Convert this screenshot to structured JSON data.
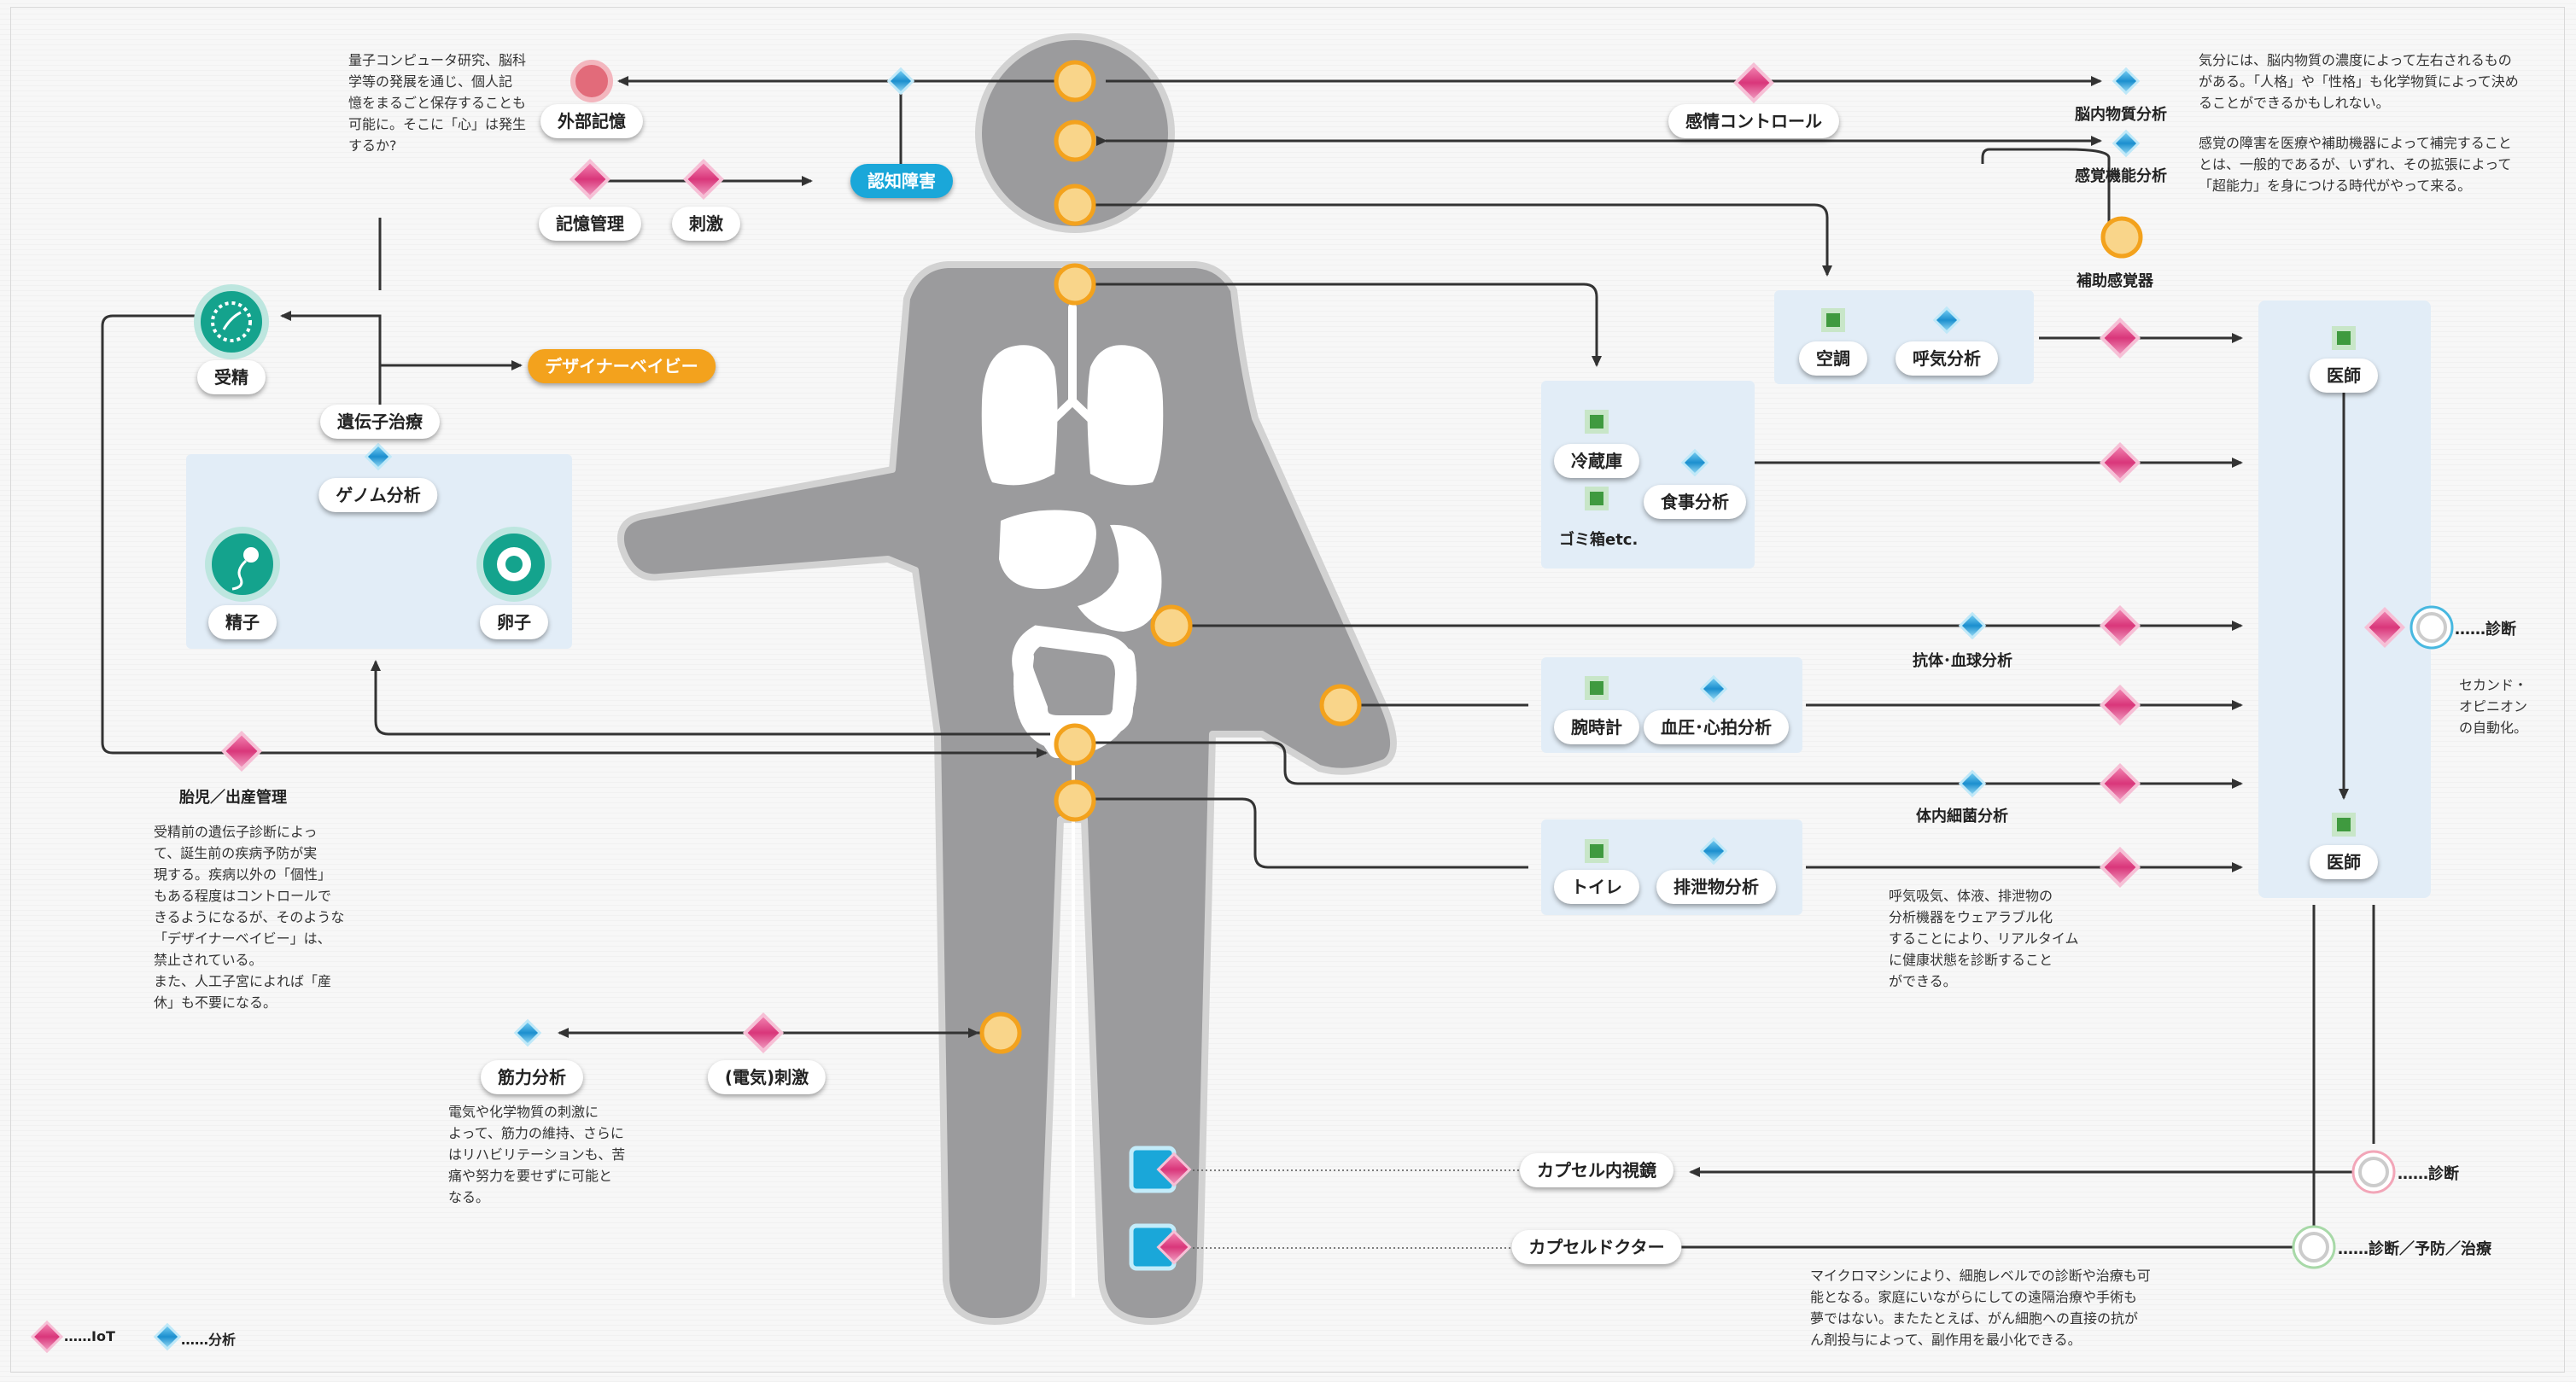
{
  "labels": {
    "external_memory": "外部記憶",
    "memory_management": "記憶管理",
    "stimulation": "刺激",
    "cognitive_disorder": "認知障害",
    "emotion_control": "感情コントロール",
    "brain_chem_analysis": "脳内物質分析",
    "sensory_analysis": "感覚機能分析",
    "sensory_aid": "補助感覚器",
    "fertilization": "受精",
    "designer_baby": "デザイナーベイビー",
    "gene_therapy": "遺伝子治療",
    "genome_analysis": "ゲノム分析",
    "sperm": "精子",
    "egg": "卵子",
    "fetus_birth": "胎児／出産管理",
    "air_conditioner": "空調",
    "breath_analysis": "呼気分析",
    "refrigerator": "冷蔵庫",
    "meal_analysis": "食事分析",
    "trash": "ゴミ箱etc.",
    "antibody_analysis": "抗体･血球分析",
    "watch": "腕時計",
    "bp_analysis": "血圧･心拍分析",
    "bacteria_analysis": "体内細菌分析",
    "toilet": "トイレ",
    "excretion_analysis": "排泄物分析",
    "doctor_top": "医師",
    "doctor_bottom": "医師",
    "diagnosis_right": "……診断",
    "muscle_analysis": "筋力分析",
    "electric_stim": "(電気)刺激",
    "capsule_endoscope": "カプセル内視鏡",
    "capsule_doctor": "カプセルドクター",
    "diagnosis_bottom": "……診断",
    "diag_prevent_treat": "……診断／予防／治療",
    "legend_iot": "……IoT",
    "legend_analysis": "……分析"
  },
  "notes": {
    "memory": [
      "量子コンピュータ研究、脳科",
      "学等の発展を通じ、個人記",
      "憶をまるごと保存することも",
      "可能に。そこに「心」は発生",
      "するか?"
    ],
    "mood": [
      "気分には、脳内物質の濃度によって左右されるもの",
      "がある。「人格」や「性格」も化学物質によって決め",
      "ることができるかもしれない。"
    ],
    "senses": [
      "感覚の障害を医療や補助機器によって補完すること",
      "とは、一般的であるが、いずれ、その拡張によって",
      "「超能力」を身につける時代がやって来る。"
    ],
    "second_opinion": [
      "セカンド・",
      "オピニオン",
      "の自動化。"
    ],
    "genetics": [
      "受精前の遺伝子診断によっ",
      "て、誕生前の疾病予防が実",
      "現する。疾病以外の「個性」",
      "もある程度はコントロールで",
      "きるようになるが、そのような",
      "「デザイナーベイビー」は、",
      "禁止されている。",
      "また、人工子宮によれば「産",
      "休」も不要になる。"
    ],
    "wearable": [
      "呼気吸気、体液、排泄物の",
      "分析機器をウェアラブル化",
      "することにより、リアルタイム",
      "に健康状態を診断すること",
      "ができる。"
    ],
    "muscle": [
      "電気や化学物質の刺激に",
      "よって、筋力の維持、さらに",
      "はリハビリテーションも、苦",
      "痛や努力を要せずに可能と",
      "なる。"
    ],
    "micro": [
      "マイクロマシンにより、細胞レベルでの診断や治療も可",
      "能となる。家庭にいながらにしての遠隔治療や手術も",
      "夢ではない。またたとえば、がん細胞への直接の抗が",
      "ん剤投与によって、副作用を最小化できる。"
    ]
  },
  "colors": {
    "body": "#9b9b9d",
    "node": "#f9d58a",
    "node_stroke": "#f3a21d",
    "panel": "#e2edf7",
    "iot_diamond": "#d9367a",
    "analysis_diamond": "#1b8fcf",
    "teal": "#14a38d"
  }
}
